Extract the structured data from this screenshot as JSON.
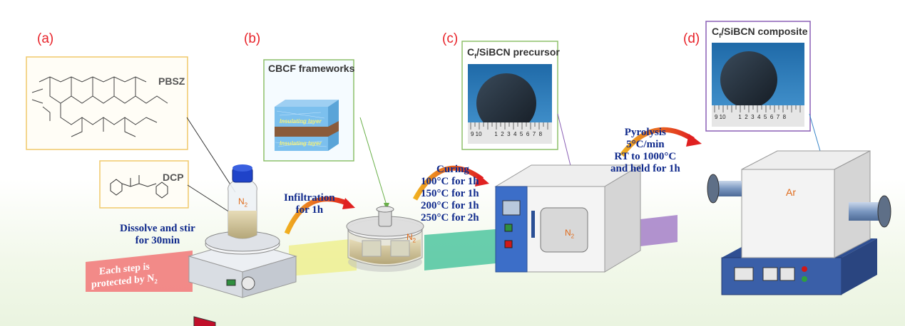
{
  "labels": {
    "a": "(a)",
    "b": "(b)",
    "c": "(c)",
    "d": "(d)"
  },
  "panels": {
    "pbsz": "PBSZ",
    "dcp": "DCP",
    "cbcf": "CBCF frameworks",
    "cbcf_layer": "Insulating layer",
    "precursor_prefix": "C",
    "precursor_sub": "f",
    "precursor_rest": "/SiBCN precursor",
    "composite_prefix": "C",
    "composite_sub": "f",
    "composite_rest": "/SiBCN composite"
  },
  "steps": {
    "protect_line1": "Each step is",
    "protect_line2": "protected by N",
    "protect_sub": "2",
    "dissolve_line1": "Dissolve and stir",
    "dissolve_line2": "for 30min",
    "infiltration_line1": "Infiltration",
    "infiltration_line2": "for 1h",
    "curing": "Curing",
    "curing_steps": [
      "100°C for 1h",
      "150°C for 1h",
      "200°C for 1h",
      "250°C for 2h"
    ],
    "pyrolysis": "Pyrolysis",
    "pyrolysis_rate": "5°C/min",
    "pyrolysis_range": "RT to 1000°C",
    "pyrolysis_hold": "and held for 1h"
  },
  "equipment": {
    "bottle_gas": "N",
    "bottle_gas_sub": "2",
    "vessel_gas": "N",
    "vessel_gas_sub": "2",
    "oven_gas": "N",
    "oven_gas_sub": "2",
    "furnace_gas": "Ar"
  },
  "ruler": {
    "precursor_ticks": "9 10        1  2  3  4  5  6  7  8",
    "composite_ticks": "9 10        1  2  3  4  5  6  7  8"
  }
}
